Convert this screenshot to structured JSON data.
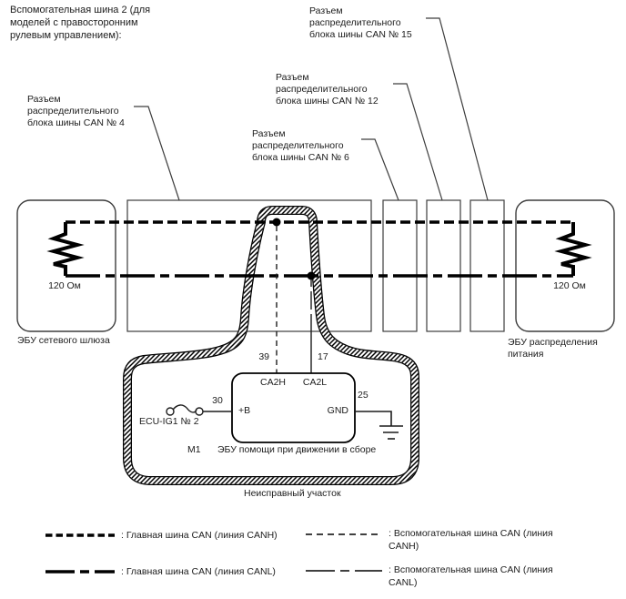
{
  "colors": {
    "foreground": "#000000",
    "thin_line": "#3d3d3d",
    "background": "#ffffff"
  },
  "title": "Вспомогательная шина 2 (для\nмоделей с правосторонним\nрулевым управлением):",
  "connector_labels": {
    "can4": "Разъем\nраспределительного\nблока шины CAN № 4",
    "can6": "Разъем\nраспределительного\nблока шины CAN № 6",
    "can12": "Разъем\nраспределительного\nблока шины CAN № 12",
    "can15": "Разъем\nраспределительного\nблока шины CAN № 15"
  },
  "left_module": {
    "name": "ЭБУ сетевого шлюза",
    "resistor_value": "120 Ом"
  },
  "right_module": {
    "name": "ЭБУ распределения\nпитания",
    "resistor_value": "120 Ом"
  },
  "assist_ecu": {
    "code": "M1",
    "name": "ЭБУ помощи при движении в сборе",
    "power_source": "ECU-IG1 № 2",
    "pins": {
      "ca2h": {
        "number": "39",
        "label": "CA2H"
      },
      "ca2l": {
        "number": "17",
        "label": "CA2L"
      },
      "b_plus": {
        "number": "30",
        "label": "+B"
      },
      "gnd": {
        "number": "25",
        "label": "GND"
      }
    }
  },
  "trouble_area_label": "Неисправный участок",
  "legend": [
    {
      "label": ": Главная шина CAN (линия CANH)",
      "style": "thick-dashed"
    },
    {
      "label": ": Главная шина CAN (линия CANL)",
      "style": "thick-long-short-dash"
    },
    {
      "label": ": Вспомогательная шина CAN (линия\nCANH)",
      "style": "thin-dashed"
    },
    {
      "label": ": Вспомогательная шина CAN (линия\nCANL)",
      "style": "thin-long-short-dash"
    }
  ]
}
